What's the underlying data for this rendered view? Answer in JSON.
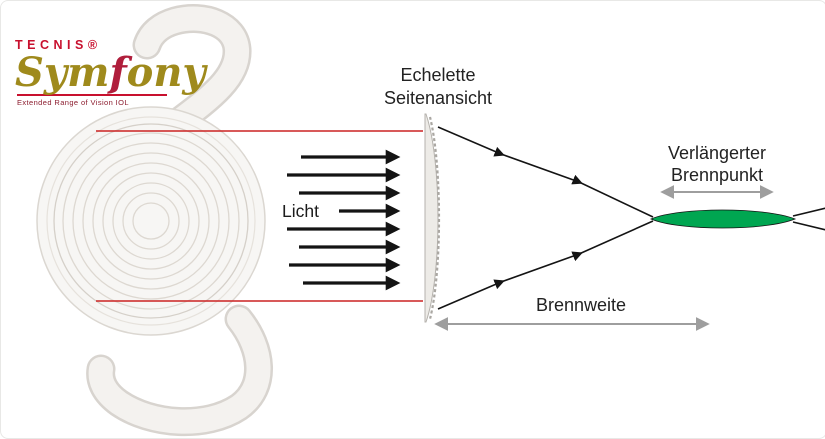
{
  "logo": {
    "brand": "TECNIS®",
    "product_pre": "Sym",
    "product_f": "f",
    "product_post": "ony",
    "tagline": "Extended Range of Vision IOL"
  },
  "labels": {
    "echelette": [
      "Echelette",
      "Seitenansicht"
    ],
    "licht": "Licht",
    "focus": [
      "Verlängerter",
      "Brennpunkt"
    ],
    "brennweite": "Brennweite"
  },
  "colors": {
    "brand_red": "#c8102e",
    "logo_gold": "#9f8a1c",
    "guide_red": "#cc2222",
    "focus_green": "#00a651",
    "ray_black": "#141414",
    "measure_gray": "#9e9e9e"
  }
}
